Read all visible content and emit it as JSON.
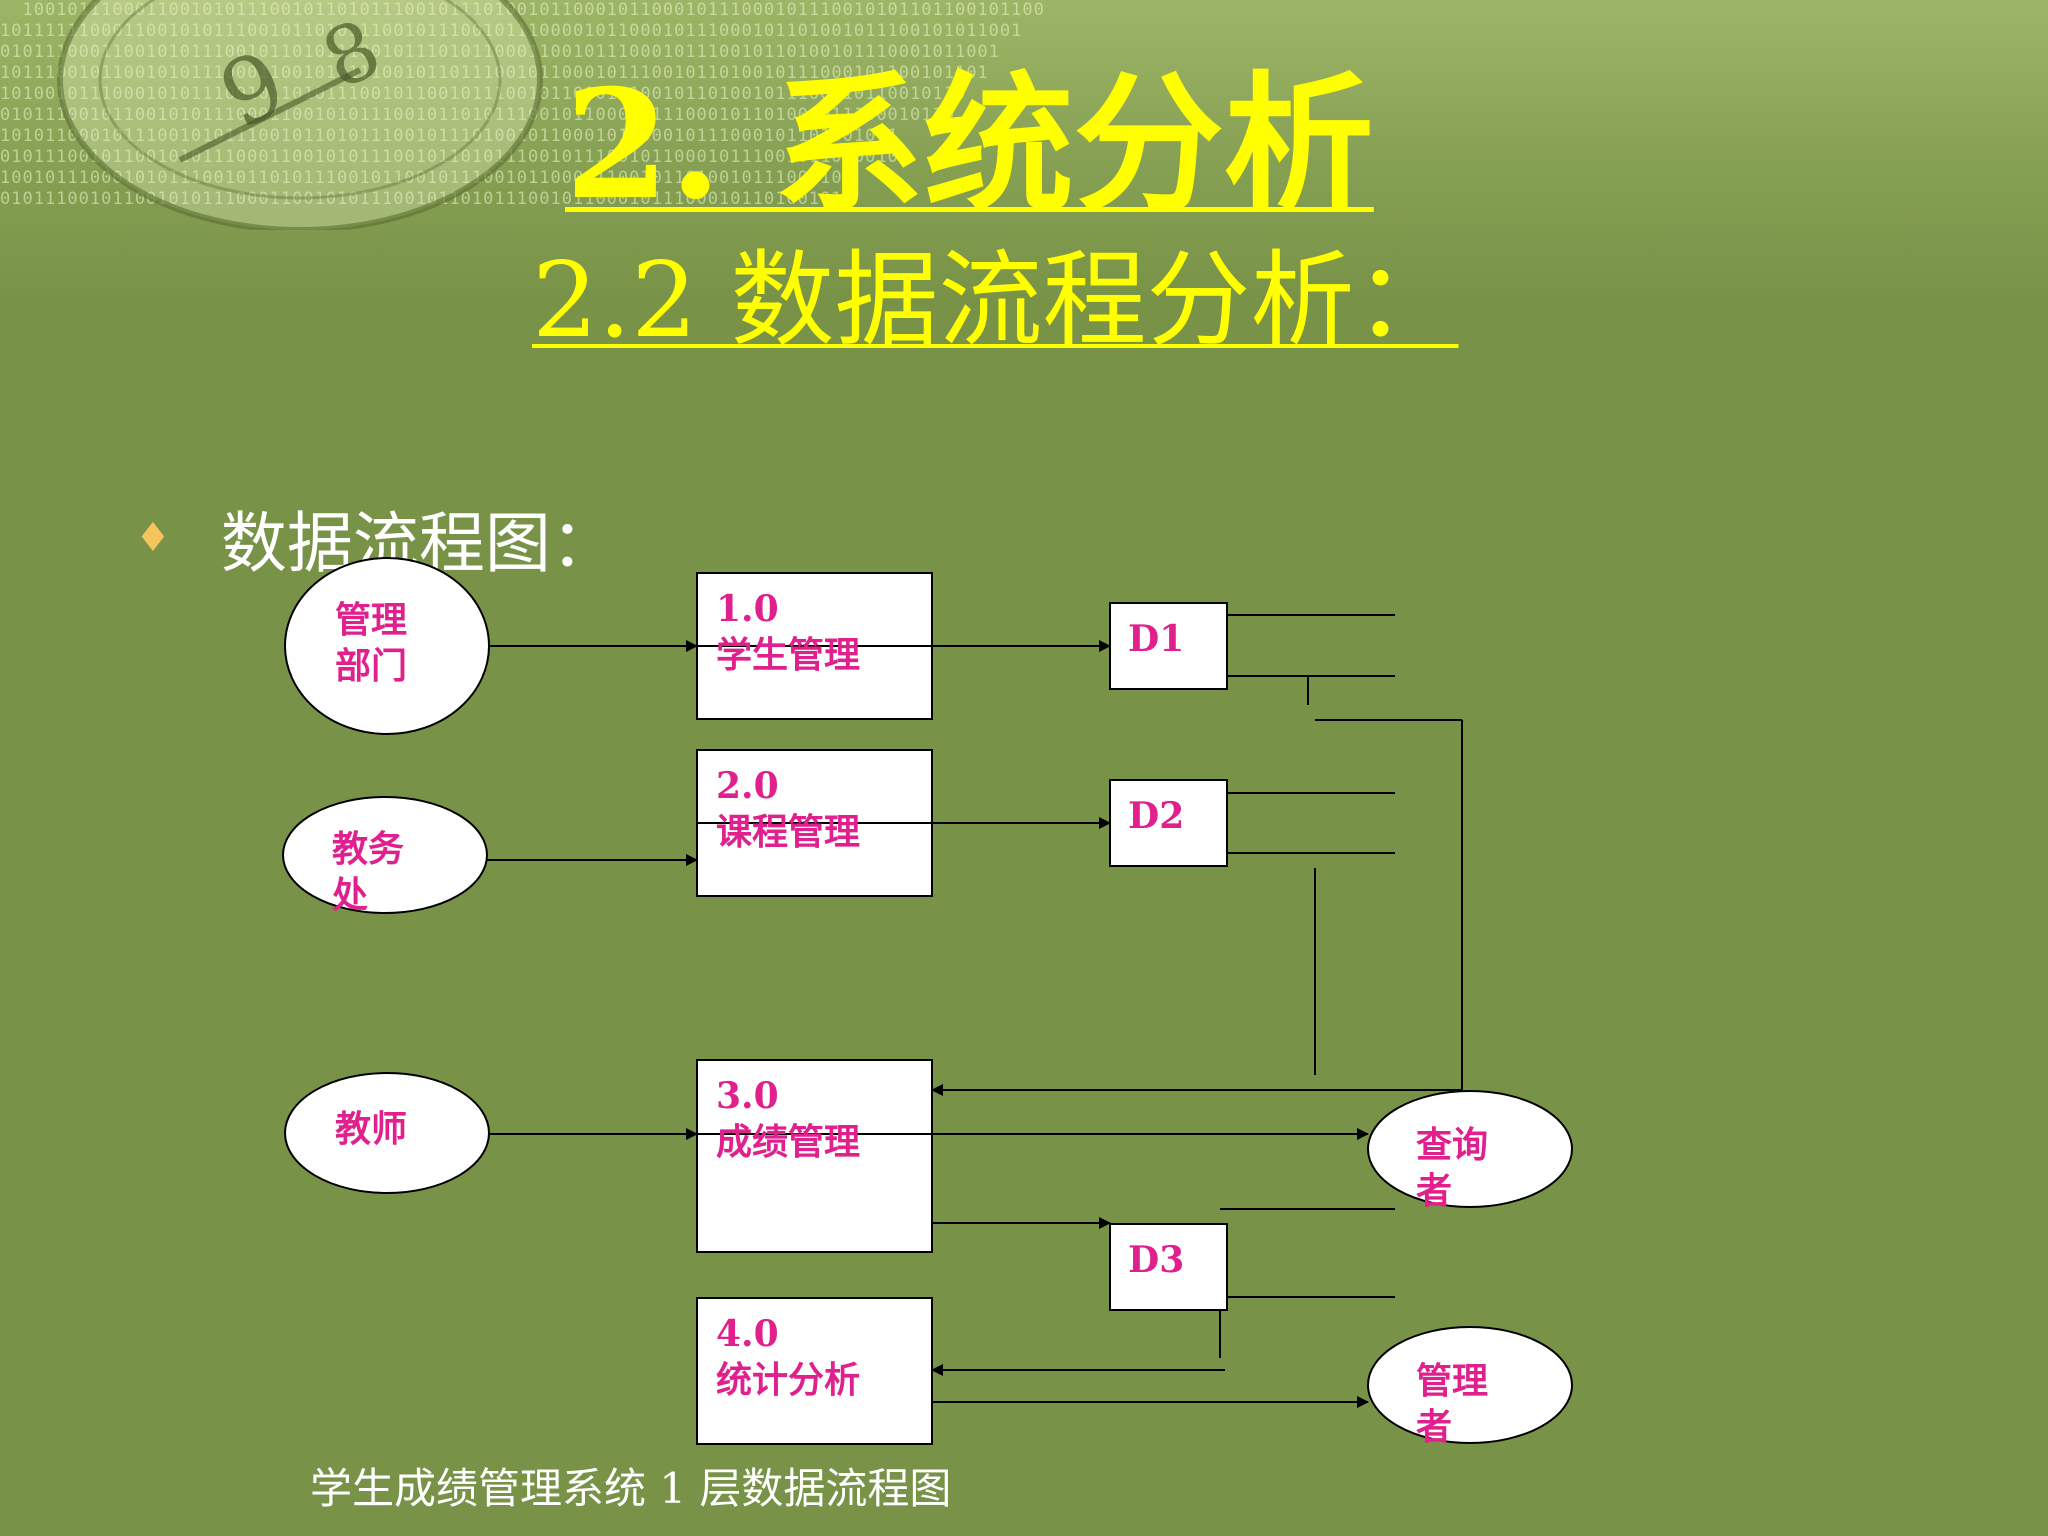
{
  "slide": {
    "title": "2. 系统分析",
    "subtitle": "2.2 数据流程分析：",
    "bullet": "数据流程图：",
    "caption": "学生成绩管理系统 1 层数据流程图"
  },
  "diagram": {
    "entities": [
      {
        "id": "mgmt-dept",
        "lines": [
          "管理",
          "部门"
        ]
      },
      {
        "id": "academic-office",
        "lines": [
          "教务",
          "处"
        ]
      },
      {
        "id": "teacher",
        "lines": [
          "教师"
        ]
      },
      {
        "id": "querier",
        "lines": [
          "查询",
          "者"
        ]
      },
      {
        "id": "administrator",
        "lines": [
          "管理",
          "者"
        ]
      }
    ],
    "processes": [
      {
        "id": "p1",
        "number": "1.0",
        "name": "学生管理"
      },
      {
        "id": "p2",
        "number": "2.0",
        "name": "课程管理"
      },
      {
        "id": "p3",
        "number": "3.0",
        "name": "成绩管理"
      },
      {
        "id": "p4",
        "number": "4.0",
        "name": "统计分析"
      }
    ],
    "stores": [
      {
        "id": "d1",
        "label": "D1"
      },
      {
        "id": "d2",
        "label": "D2"
      },
      {
        "id": "d3",
        "label": "D3"
      }
    ]
  },
  "colors": {
    "background": "#789247",
    "title": "#ffff00",
    "label": "#e0208c",
    "bullet": "#f4c55c"
  }
}
